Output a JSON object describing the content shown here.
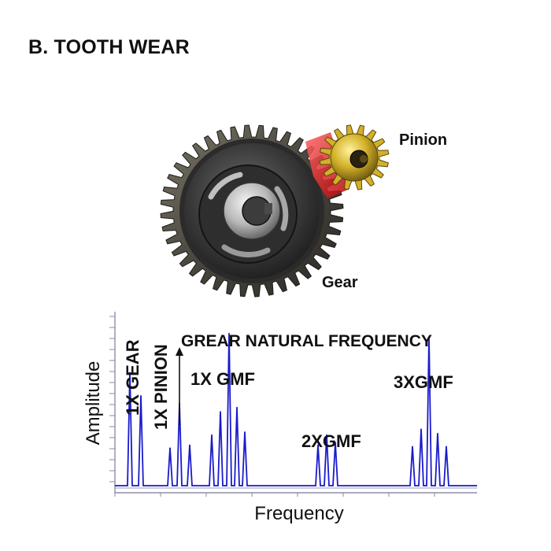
{
  "heading": "B. TOOTH WEAR",
  "illustration": {
    "pinion_label": "Pinion",
    "gear_label": "Gear",
    "contact_zone_color": "#d81e1e"
  },
  "chart_data": {
    "type": "line",
    "title": "",
    "xlabel": "Frequency",
    "ylabel": "Amplitude",
    "line_color": "#1a1acc",
    "grid": false,
    "annotations": [
      {
        "text": "1X GEAR",
        "orientation": "vertical"
      },
      {
        "text": "1X PINION",
        "orientation": "vertical"
      },
      {
        "text": "GREAR NATURAL FREQUENCY",
        "orientation": "horizontal",
        "arrow": "up"
      },
      {
        "text": "1X GMF",
        "orientation": "horizontal"
      },
      {
        "text": "2XGMF",
        "orientation": "horizontal"
      },
      {
        "text": "3XGMF",
        "orientation": "horizontal"
      }
    ],
    "peaks": [
      {
        "x": 165,
        "amp": 0.78,
        "group": "1X GEAR"
      },
      {
        "x": 179,
        "amp": 0.62,
        "group": "1X PINION"
      },
      {
        "x": 216,
        "amp": 0.26,
        "group": "natural frequency"
      },
      {
        "x": 228,
        "amp": 0.57,
        "group": "natural frequency"
      },
      {
        "x": 241,
        "amp": 0.28,
        "group": "natural frequency"
      },
      {
        "x": 269,
        "amp": 0.35,
        "group": "1X GMF"
      },
      {
        "x": 280,
        "amp": 0.51,
        "group": "1X GMF"
      },
      {
        "x": 291,
        "amp": 1.05,
        "group": "1X GMF"
      },
      {
        "x": 301,
        "amp": 0.54,
        "group": "1X GMF"
      },
      {
        "x": 311,
        "amp": 0.37,
        "group": "1X GMF"
      },
      {
        "x": 404,
        "amp": 0.28,
        "group": "2XGMF"
      },
      {
        "x": 415,
        "amp": 0.35,
        "group": "2XGMF"
      },
      {
        "x": 426,
        "amp": 0.3,
        "group": "2XGMF"
      },
      {
        "x": 524,
        "amp": 0.27,
        "group": "3XGMF"
      },
      {
        "x": 535,
        "amp": 0.39,
        "group": "3XGMF"
      },
      {
        "x": 545,
        "amp": 1.02,
        "group": "3XGMF"
      },
      {
        "x": 556,
        "amp": 0.36,
        "group": "3XGMF"
      },
      {
        "x": 567,
        "amp": 0.27,
        "group": "3XGMF"
      }
    ],
    "xlim": [
      146,
      606
    ],
    "ylim": [
      0,
      1.2
    ]
  }
}
